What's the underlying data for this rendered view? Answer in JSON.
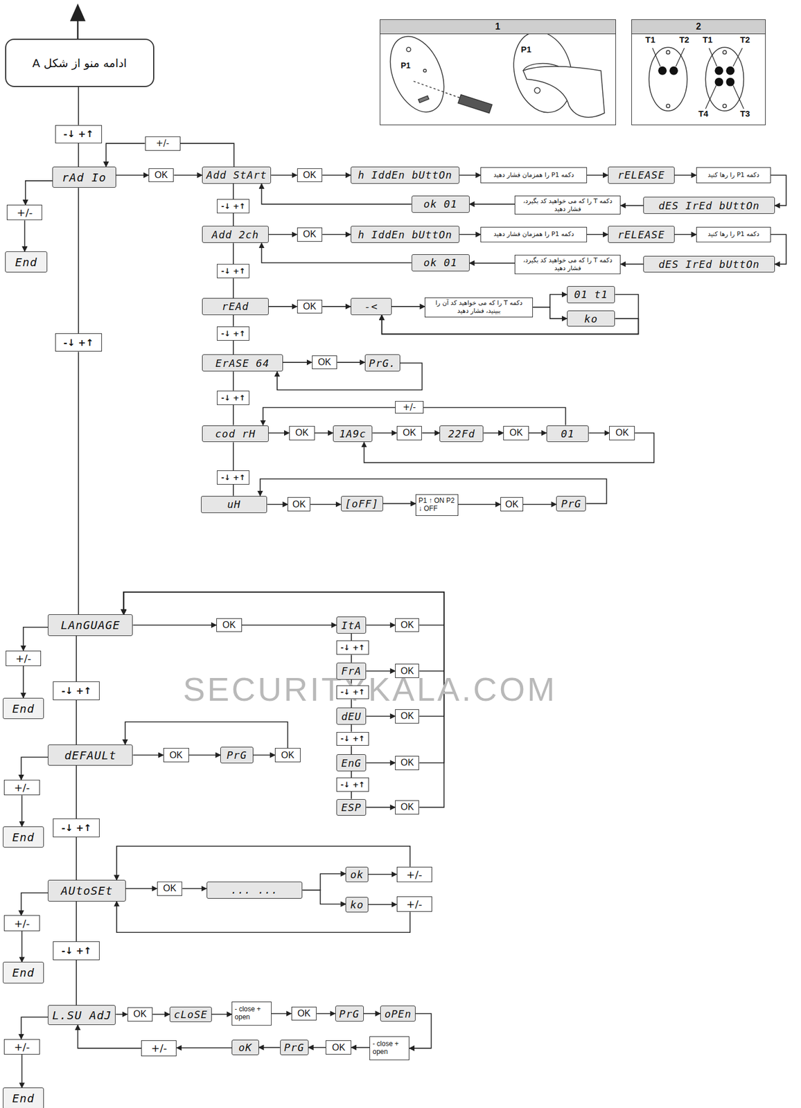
{
  "diagram": {
    "nodes": [
      {
        "text": [
          "ادامه منو از شکل A"
        ]
      },
      {
        "text": [
          "1"
        ]
      },
      {
        "text": [
          "2"
        ]
      },
      {
        "text": [
          "-↓ +↑"
        ]
      },
      {
        "text": [
          "+/-"
        ]
      },
      {
        "text": [
          "rAd Io"
        ]
      },
      {
        "text": [
          "OK"
        ]
      },
      {
        "text": [
          "Add StArt"
        ]
      },
      {
        "text": [
          "OK"
        ]
      },
      {
        "text": [
          "h IddEn bUttOn"
        ]
      },
      {
        "text": [
          "دکمه P1 را همزمان فشار دهید"
        ]
      },
      {
        "text": [
          "rELEASE"
        ]
      },
      {
        "text": [
          "دکمه P1 را رها کنید"
        ]
      },
      {
        "text": [
          "dES IrEd bUttOn"
        ]
      },
      {
        "text": [
          "دکمه T را که می خواهید کد بگیرد، فشار دهید"
        ]
      },
      {
        "text": [
          "ok 01"
        ]
      },
      {
        "text": [
          "-↓ +↑"
        ]
      },
      {
        "text": [
          "Add 2ch"
        ]
      },
      {
        "text": [
          "OK"
        ]
      },
      {
        "text": [
          "h IddEn bUttOn"
        ]
      },
      {
        "text": [
          "دکمه P1 را همزمان فشار دهید"
        ]
      },
      {
        "text": [
          "rELEASE"
        ]
      },
      {
        "text": [
          "دکمه P1 را رها کنید"
        ]
      },
      {
        "text": [
          "dES IrEd bUttOn"
        ]
      },
      {
        "text": [
          "دکمه T را که می خواهید کد بگیرد، فشار دهید"
        ]
      },
      {
        "text": [
          "ok 01"
        ]
      },
      {
        "text": [
          "-↓ +↑"
        ]
      },
      {
        "text": [
          "rEAd"
        ]
      },
      {
        "text": [
          "OK"
        ]
      },
      {
        "text": [
          "-<"
        ]
      },
      {
        "text": [
          "دکمه T را که می خواهید کد آن را ببینید، فشار دهید"
        ]
      },
      {
        "text": [
          "01 t1"
        ]
      },
      {
        "text": [
          "ko"
        ]
      },
      {
        "text": [
          "-↓ +↑"
        ]
      },
      {
        "text": [
          "-↓ +↑"
        ]
      },
      {
        "text": [
          "ErASE 64"
        ]
      },
      {
        "text": [
          "OK"
        ]
      },
      {
        "text": [
          "PrG."
        ]
      },
      {
        "text": [
          "-↓ +↑"
        ]
      },
      {
        "text": [
          "+/-"
        ]
      },
      {
        "text": [
          "cod rH"
        ]
      },
      {
        "text": [
          "OK"
        ]
      },
      {
        "text": [
          "1A9c"
        ]
      },
      {
        "text": [
          "OK"
        ]
      },
      {
        "text": [
          "22Fd"
        ]
      },
      {
        "text": [
          "OK"
        ]
      },
      {
        "text": [
          "01"
        ]
      },
      {
        "text": [
          "OK"
        ]
      },
      {
        "text": [
          "-↓ +↑"
        ]
      },
      {
        "text": [
          "uH"
        ]
      },
      {
        "text": [
          "OK"
        ]
      },
      {
        "text": [
          "[oFF]"
        ]
      },
      {
        "text": [
          "P1 ↑ ON P2 ↓ OFF"
        ]
      },
      {
        "text": [
          "OK"
        ]
      },
      {
        "text": [
          "PrG"
        ]
      },
      {
        "text": [
          "LAnGUAGE"
        ]
      },
      {
        "text": [
          "OK"
        ]
      },
      {
        "text": [
          "ItA"
        ]
      },
      {
        "text": [
          "OK"
        ]
      },
      {
        "text": [
          "-↓ +↑"
        ]
      },
      {
        "text": [
          "FrA"
        ]
      },
      {
        "text": [
          "OK"
        ]
      },
      {
        "text": [
          "-↓ +↑"
        ]
      },
      {
        "text": [
          "dEU"
        ]
      },
      {
        "text": [
          "OK"
        ]
      },
      {
        "text": [
          "-↓ +↑"
        ]
      },
      {
        "text": [
          "EnG"
        ]
      },
      {
        "text": [
          "OK"
        ]
      },
      {
        "text": [
          "-↓ +↑"
        ]
      },
      {
        "text": [
          "ESP"
        ]
      },
      {
        "text": [
          "OK"
        ]
      },
      {
        "text": [
          "+/-"
        ]
      },
      {
        "text": [
          "End"
        ]
      },
      {
        "text": [
          "-↓ +↑"
        ]
      },
      {
        "text": [
          "+/-"
        ]
      },
      {
        "text": [
          "End"
        ]
      },
      {
        "text": [
          "dEFAULt"
        ]
      },
      {
        "text": [
          "OK"
        ]
      },
      {
        "text": [
          "PrG"
        ]
      },
      {
        "text": [
          "OK"
        ]
      },
      {
        "text": [
          "+/-"
        ]
      },
      {
        "text": [
          "End"
        ]
      },
      {
        "text": [
          "-↓ +↑"
        ]
      },
      {
        "text": [
          "AUtoSEt"
        ]
      },
      {
        "text": [
          "OK"
        ]
      },
      {
        "text": [
          "... ..."
        ]
      },
      {
        "text": [
          "ok"
        ]
      },
      {
        "text": [
          "ko"
        ]
      },
      {
        "text": [
          "+/-"
        ]
      },
      {
        "text": [
          "+/-"
        ]
      },
      {
        "text": [
          "+/-"
        ]
      },
      {
        "text": [
          "End"
        ]
      },
      {
        "text": [
          "-↓ +↑"
        ]
      },
      {
        "text": [
          "L.SU AdJ"
        ]
      },
      {
        "text": [
          "OK"
        ]
      },
      {
        "text": [
          "cLoSE"
        ]
      },
      {
        "text": [
          "- close + open"
        ]
      },
      {
        "text": [
          "OK"
        ]
      },
      {
        "text": [
          "PrG"
        ]
      },
      {
        "text": [
          "oPEn"
        ]
      },
      {
        "text": [
          "- close + open"
        ]
      },
      {
        "text": [
          "OK"
        ]
      },
      {
        "text": [
          "PrG"
        ]
      },
      {
        "text": [
          "oK"
        ]
      },
      {
        "text": [
          "+/-"
        ]
      },
      {
        "text": [
          "+/-"
        ]
      },
      {
        "text": [
          "End"
        ]
      }
    ],
    "edges": [
      {
        "from": 0,
        "to": 3,
        "arrow": "none"
      },
      {
        "from": 3,
        "to": 5,
        "arrow": "none"
      },
      {
        "from": 5,
        "to": 33,
        "arrow": "none"
      },
      {
        "from": 33,
        "to": 55,
        "arrow": "none"
      },
      {
        "from": 55,
        "to": 73,
        "arrow": "none"
      },
      {
        "from": 73,
        "to": 76,
        "arrow": "none"
      },
      {
        "from": 76,
        "to": 82,
        "arrow": "none"
      },
      {
        "from": 82,
        "to": 83,
        "arrow": "none"
      },
      {
        "from": 83,
        "to": 92,
        "arrow": "none"
      },
      {
        "from": 92,
        "to": 93,
        "arrow": "none"
      },
      {
        "from": 5,
        "to": 74,
        "arrow": "to"
      },
      {
        "from": 74,
        "to": 75,
        "arrow": "to"
      },
      {
        "from": 5,
        "to": 6,
        "arrow": "to"
      },
      {
        "from": 6,
        "to": 7,
        "arrow": "to"
      },
      {
        "from": 7,
        "to": 4,
        "arrow": "none"
      },
      {
        "from": 4,
        "to": 5,
        "arrow": "to"
      },
      {
        "from": 7,
        "to": 8,
        "arrow": "to"
      },
      {
        "from": 8,
        "to": 9,
        "arrow": "to"
      },
      {
        "from": 9,
        "to": 10,
        "arrow": "to"
      },
      {
        "from": 10,
        "to": 11,
        "arrow": "to"
      },
      {
        "from": 11,
        "to": 12,
        "arrow": "to"
      },
      {
        "from": 12,
        "to": 13,
        "arrow": "to"
      },
      {
        "from": 13,
        "to": 14,
        "arrow": "to"
      },
      {
        "from": 14,
        "to": 15,
        "arrow": "to"
      },
      {
        "from": 15,
        "to": 7,
        "arrow": "to"
      },
      {
        "from": 7,
        "to": 16,
        "arrow": "none"
      },
      {
        "from": 16,
        "to": 17,
        "arrow": "none"
      },
      {
        "from": 17,
        "to": 18,
        "arrow": "to"
      },
      {
        "from": 18,
        "to": 19,
        "arrow": "to"
      },
      {
        "from": 19,
        "to": 20,
        "arrow": "to"
      },
      {
        "from": 20,
        "to": 21,
        "arrow": "to"
      },
      {
        "from": 21,
        "to": 22,
        "arrow": "to"
      },
      {
        "from": 22,
        "to": 23,
        "arrow": "to"
      },
      {
        "from": 23,
        "to": 24,
        "arrow": "to"
      },
      {
        "from": 24,
        "to": 25,
        "arrow": "to"
      },
      {
        "from": 25,
        "to": 17,
        "arrow": "to"
      },
      {
        "from": 17,
        "to": 26,
        "arrow": "none"
      },
      {
        "from": 26,
        "to": 27,
        "arrow": "none"
      },
      {
        "from": 27,
        "to": 28,
        "arrow": "to"
      },
      {
        "from": 28,
        "to": 29,
        "arrow": "to"
      },
      {
        "from": 29,
        "to": 30,
        "arrow": "to"
      },
      {
        "from": 30,
        "to": 31,
        "arrow": "to"
      },
      {
        "from": 30,
        "to": 32,
        "arrow": "to"
      },
      {
        "from": 31,
        "to": 29,
        "arrow": "to"
      },
      {
        "from": 32,
        "to": 29,
        "arrow": "to"
      },
      {
        "from": 27,
        "to": 34,
        "arrow": "none"
      },
      {
        "from": 34,
        "to": 35,
        "arrow": "none"
      },
      {
        "from": 35,
        "to": 36,
        "arrow": "to"
      },
      {
        "from": 36,
        "to": 37,
        "arrow": "to"
      },
      {
        "from": 37,
        "to": 35,
        "arrow": "to"
      },
      {
        "from": 35,
        "to": 38,
        "arrow": "none"
      },
      {
        "from": 38,
        "to": 40,
        "arrow": "none"
      },
      {
        "from": 40,
        "to": 41,
        "arrow": "to"
      },
      {
        "from": 41,
        "to": 42,
        "arrow": "to"
      },
      {
        "from": 42,
        "to": 43,
        "arrow": "to"
      },
      {
        "from": 43,
        "to": 44,
        "arrow": "to"
      },
      {
        "from": 44,
        "to": 45,
        "arrow": "to"
      },
      {
        "from": 45,
        "to": 46,
        "arrow": "to"
      },
      {
        "from": 46,
        "to": 47,
        "arrow": "to"
      },
      {
        "from": 47,
        "to": 42,
        "arrow": "to"
      },
      {
        "from": 46,
        "to": 39,
        "arrow": "none"
      },
      {
        "from": 39,
        "to": 40,
        "arrow": "to"
      },
      {
        "from": 40,
        "to": 48,
        "arrow": "none"
      },
      {
        "from": 48,
        "to": 49,
        "arrow": "none"
      },
      {
        "from": 49,
        "to": 50,
        "arrow": "to"
      },
      {
        "from": 50,
        "to": 51,
        "arrow": "to"
      },
      {
        "from": 51,
        "to": 52,
        "arrow": "to"
      },
      {
        "from": 52,
        "to": 53,
        "arrow": "to"
      },
      {
        "from": 53,
        "to": 54,
        "arrow": "to"
      },
      {
        "from": 54,
        "to": 49,
        "arrow": "to"
      },
      {
        "from": 55,
        "to": 56,
        "arrow": "to"
      },
      {
        "from": 56,
        "to": 57,
        "arrow": "to"
      },
      {
        "from": 57,
        "to": 58,
        "arrow": "to"
      },
      {
        "from": 57,
        "to": 59,
        "arrow": "none"
      },
      {
        "from": 59,
        "to": 60,
        "arrow": "none"
      },
      {
        "from": 60,
        "to": 61,
        "arrow": "to"
      },
      {
        "from": 60,
        "to": 62,
        "arrow": "none"
      },
      {
        "from": 62,
        "to": 63,
        "arrow": "none"
      },
      {
        "from": 63,
        "to": 64,
        "arrow": "to"
      },
      {
        "from": 63,
        "to": 65,
        "arrow": "none"
      },
      {
        "from": 65,
        "to": 66,
        "arrow": "none"
      },
      {
        "from": 66,
        "to": 67,
        "arrow": "to"
      },
      {
        "from": 66,
        "to": 68,
        "arrow": "none"
      },
      {
        "from": 68,
        "to": 69,
        "arrow": "none"
      },
      {
        "from": 69,
        "to": 70,
        "arrow": "to"
      },
      {
        "from": 58,
        "to": 55,
        "arrow": "to"
      },
      {
        "from": 61,
        "to": 55,
        "arrow": "to"
      },
      {
        "from": 64,
        "to": 55,
        "arrow": "to"
      },
      {
        "from": 67,
        "to": 55,
        "arrow": "to"
      },
      {
        "from": 70,
        "to": 55,
        "arrow": "to"
      },
      {
        "from": 55,
        "to": 71,
        "arrow": "to"
      },
      {
        "from": 71,
        "to": 72,
        "arrow": "to"
      },
      {
        "from": 76,
        "to": 77,
        "arrow": "to"
      },
      {
        "from": 77,
        "to": 78,
        "arrow": "to"
      },
      {
        "from": 78,
        "to": 79,
        "arrow": "to"
      },
      {
        "from": 79,
        "to": 76,
        "arrow": "to"
      },
      {
        "from": 76,
        "to": 80,
        "arrow": "to"
      },
      {
        "from": 80,
        "to": 81,
        "arrow": "to"
      },
      {
        "from": 83,
        "to": 84,
        "arrow": "to"
      },
      {
        "from": 84,
        "to": 85,
        "arrow": "to"
      },
      {
        "from": 85,
        "to": 86,
        "arrow": "to"
      },
      {
        "from": 85,
        "to": 87,
        "arrow": "to"
      },
      {
        "from": 86,
        "to": 88,
        "arrow": "to"
      },
      {
        "from": 87,
        "to": 89,
        "arrow": "to"
      },
      {
        "from": 88,
        "to": 83,
        "arrow": "to"
      },
      {
        "from": 89,
        "to": 83,
        "arrow": "to"
      },
      {
        "from": 83,
        "to": 90,
        "arrow": "to"
      },
      {
        "from": 90,
        "to": 91,
        "arrow": "to"
      },
      {
        "from": 93,
        "to": 94,
        "arrow": "to"
      },
      {
        "from": 94,
        "to": 95,
        "arrow": "to"
      },
      {
        "from": 95,
        "to": 96,
        "arrow": "to"
      },
      {
        "from": 96,
        "to": 97,
        "arrow": "to"
      },
      {
        "from": 97,
        "to": 98,
        "arrow": "to"
      },
      {
        "from": 98,
        "to": 99,
        "arrow": "to"
      },
      {
        "from": 99,
        "to": 100,
        "arrow": "to"
      },
      {
        "from": 100,
        "to": 101,
        "arrow": "to"
      },
      {
        "from": 101,
        "to": 102,
        "arrow": "to"
      },
      {
        "from": 102,
        "to": 103,
        "arrow": "to"
      },
      {
        "from": 103,
        "to": 104,
        "arrow": "to"
      },
      {
        "from": 104,
        "to": 93,
        "arrow": "to"
      },
      {
        "from": 93,
        "to": 105,
        "arrow": "to"
      },
      {
        "from": 105,
        "to": 106,
        "arrow": "to"
      }
    ],
    "labels": [
      "P1",
      "P1",
      "T1",
      "T2",
      "T1",
      "T2",
      "T4",
      "T3",
      "SECURITYKALA.COM"
    ]
  }
}
